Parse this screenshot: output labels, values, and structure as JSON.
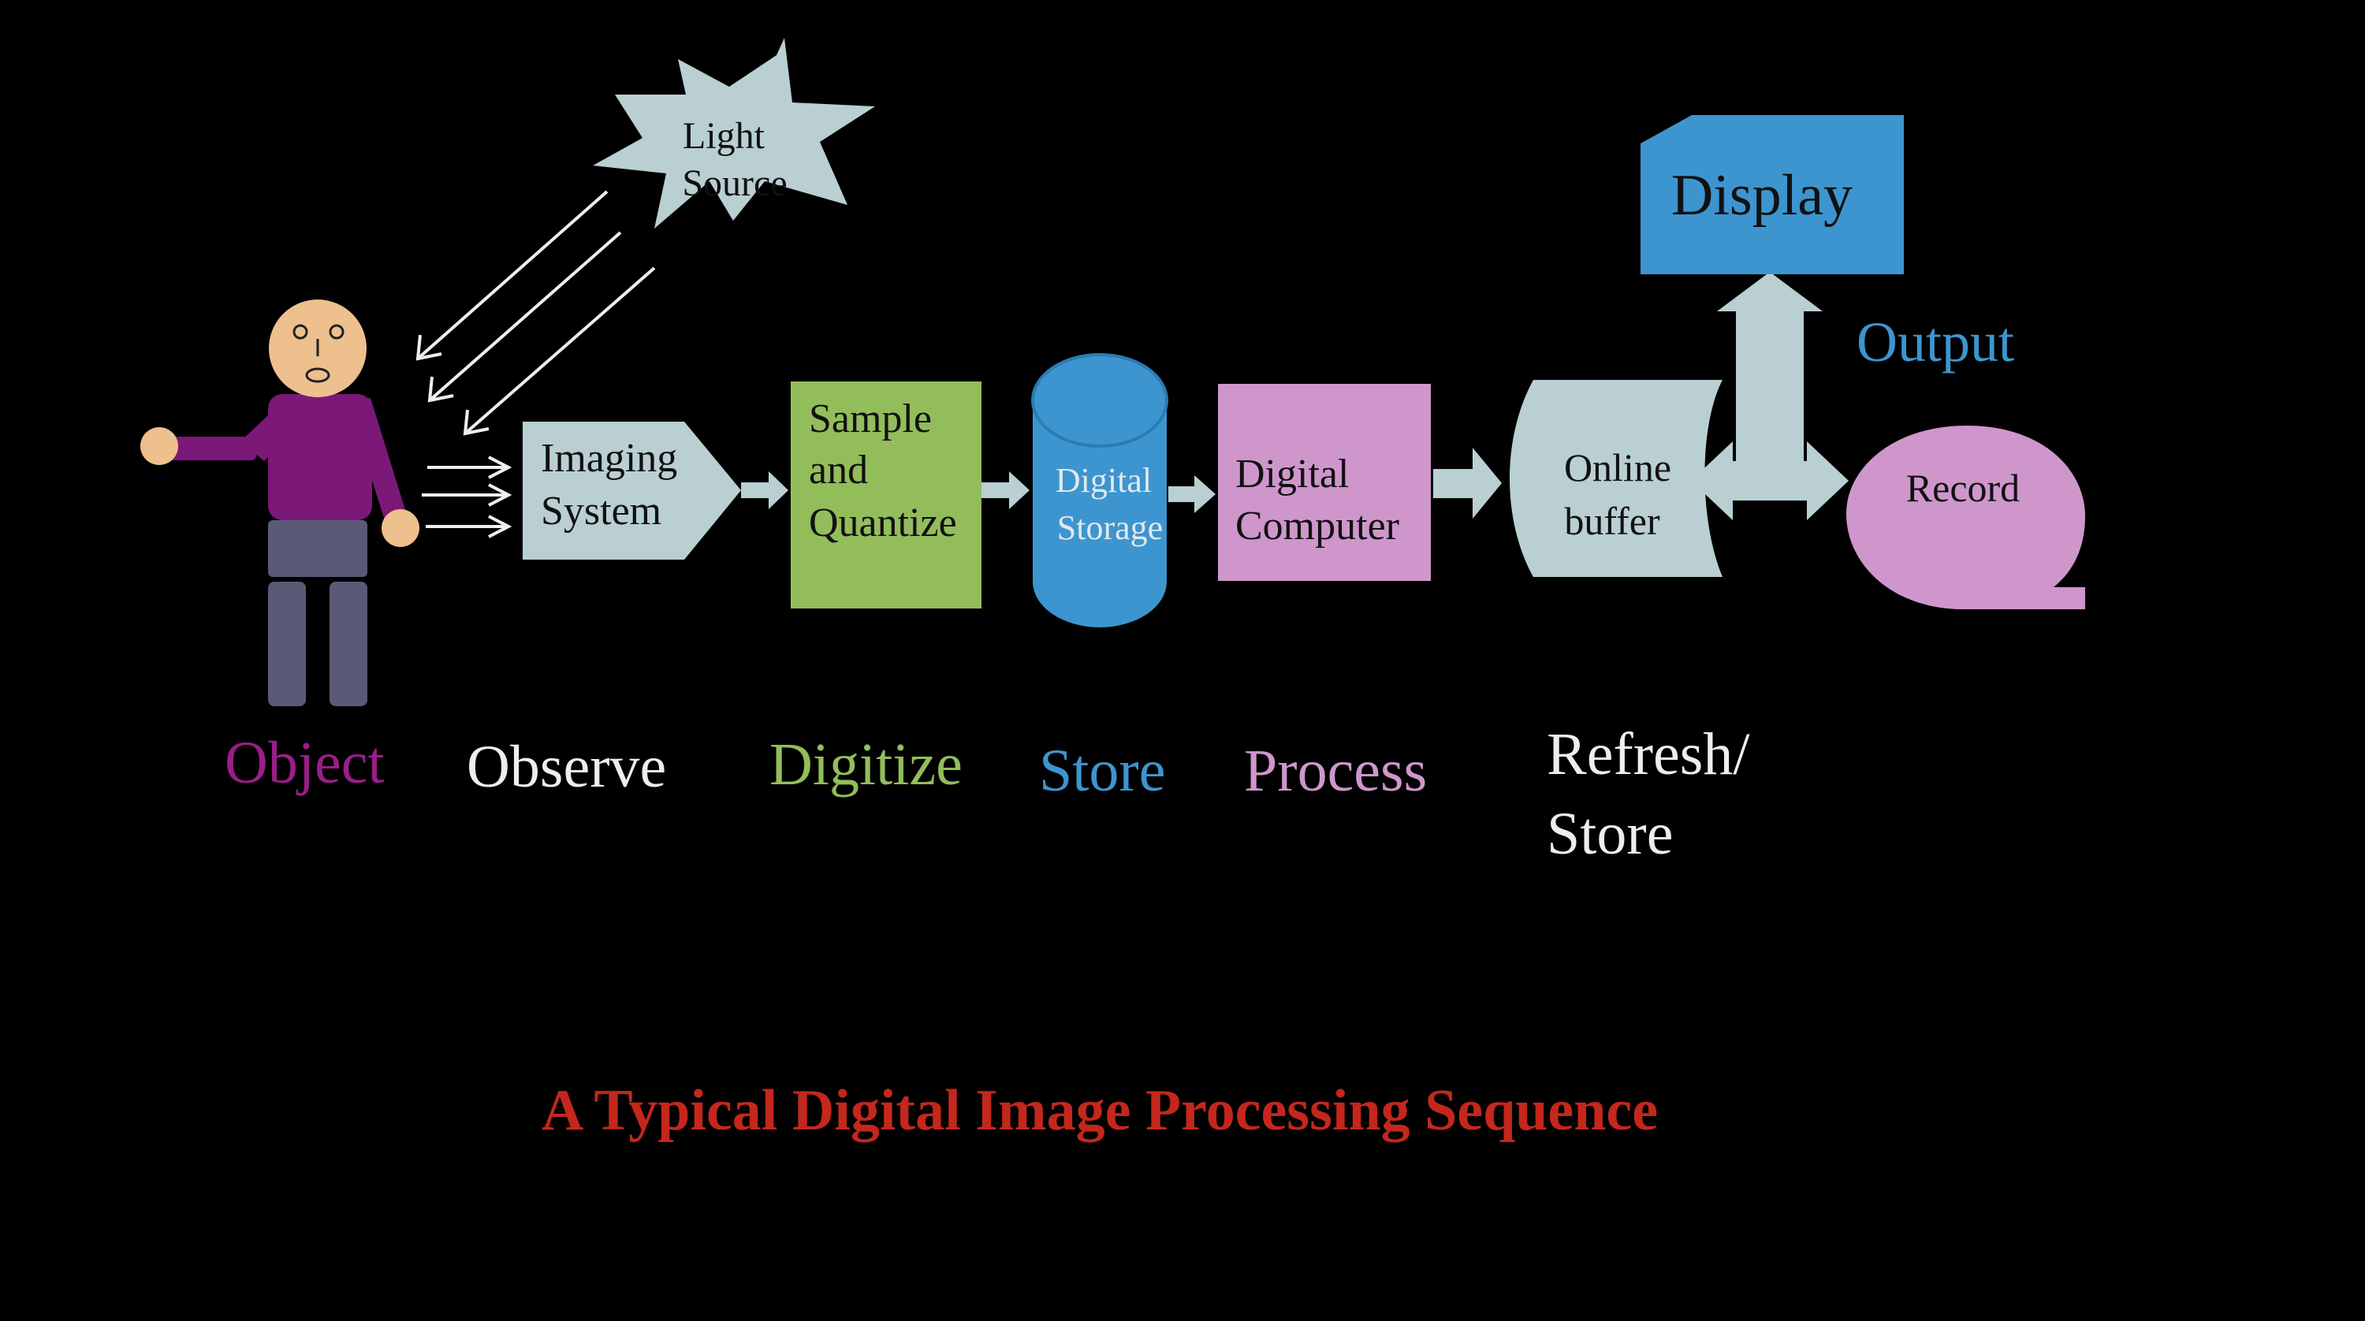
{
  "diagram": {
    "title": "A Typical Digital Image Processing Sequence",
    "nodes": {
      "light_source": {
        "line1": "Light",
        "line2": "Source"
      },
      "imaging_system": {
        "line1": "Imaging",
        "line2": "System"
      },
      "sample_quantize": {
        "line1": "Sample",
        "line2": "and",
        "line3": "Quantize"
      },
      "digital_storage": {
        "line1": "Digital",
        "line2": "Storage"
      },
      "digital_computer": {
        "line1": "Digital",
        "line2": "Computer"
      },
      "online_buffer": {
        "line1": "Online",
        "line2": "buffer"
      },
      "display": {
        "label": "Display"
      },
      "record": {
        "label": "Record"
      }
    },
    "stages": {
      "object": "Object",
      "observe": "Observe",
      "digitize": "Digitize",
      "store": "Store",
      "process": "Process",
      "refresh_line1": "Refresh/",
      "refresh_line2": "Store",
      "output": "Output"
    },
    "colors": {
      "background": "#000000",
      "light_blue_gray": "#b9cfd2",
      "green": "#93bd5b",
      "blue": "#3d95cf",
      "pink": "#cf96cc",
      "purple": "#7b1878",
      "magenta_label": "#9a1e87",
      "slate": "#5a5a78",
      "skin": "#edc08e",
      "title_red": "#c4271c",
      "white_text": "#eeeeee"
    }
  }
}
